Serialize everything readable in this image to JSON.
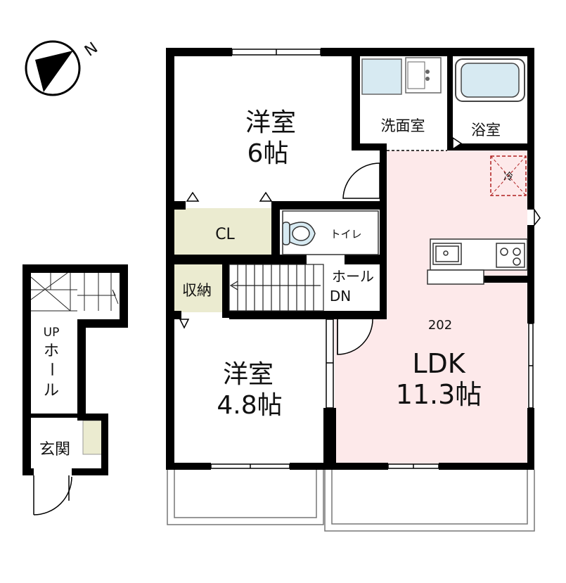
{
  "rooms": {
    "western_a": {
      "name": "洋室",
      "size": "6帖"
    },
    "western_b": {
      "name": "洋室",
      "size": "4.8帖"
    },
    "ldk": {
      "name": "LDK",
      "size": "11.3帖",
      "unit": "202"
    },
    "washroom": "洗面室",
    "bath": "浴室",
    "toilet": "トイレ",
    "closet": "CL",
    "storage": "収納",
    "hall_dn": {
      "line1": "ホール",
      "line2": "DN"
    },
    "fridge": "冷"
  },
  "entrance": {
    "up": "UP",
    "hall": [
      "ホ",
      "ー",
      "ル"
    ],
    "genkan": "玄関"
  },
  "compass": {
    "north": "N"
  },
  "colors": {
    "wall": "#000000",
    "ldk_fill": "#fde9ea",
    "storage_fill": "#ebebd0",
    "fixture_fill": "#d7eaf2"
  }
}
